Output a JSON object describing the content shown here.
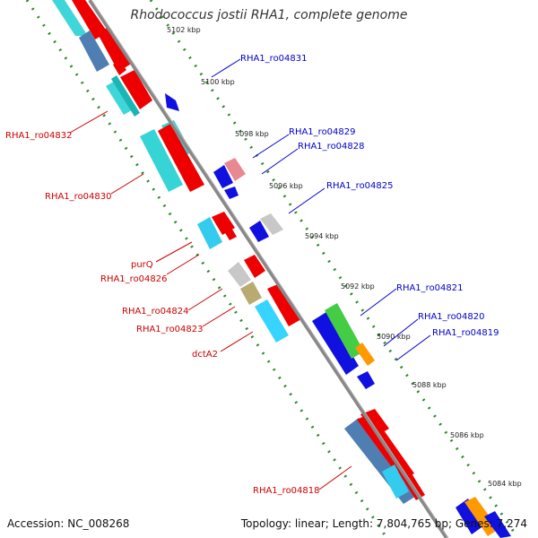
{
  "title": "Rhodococcus jostii RHA1, complete genome",
  "accession": "Accession: NC_008268",
  "topology": "Topology: linear; Length: 7,804,765 bp; Genes: 7,274",
  "colors": {
    "backbone": "#888888",
    "tick_dots": "#2a8a2a",
    "left_label": "#cc0000",
    "right_label": "#0000cc"
  },
  "ticks": [
    "5102 kbp",
    "5100 kbp",
    "5098 kbp",
    "5096 kbp",
    "5094 kbp",
    "5092 kbp",
    "5090 kbp",
    "5088 kbp",
    "5086 kbp",
    "5084 kbp"
  ],
  "labels_left": [
    "RHA1_ro04832",
    "RHA1_ro04830",
    "purQ",
    "RHA1_ro04826",
    "RHA1_ro04824",
    "RHA1_ro04823",
    "dctA2",
    "RHA1_ro04818"
  ],
  "labels_right": [
    "RHA1_ro04831",
    "RHA1_ro04829",
    "RHA1_ro04828",
    "RHA1_ro04825",
    "RHA1_ro04821",
    "RHA1_ro04820",
    "RHA1_ro04819"
  ]
}
